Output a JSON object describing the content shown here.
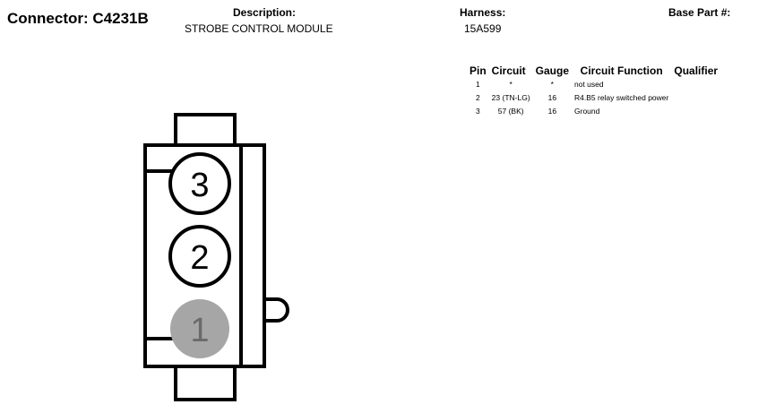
{
  "header": {
    "title": "Connector: C4231B",
    "description_label": "Description:",
    "description_value": "STROBE CONTROL MODULE",
    "harness_label": "Harness:",
    "harness_value": "15A599",
    "base_part_label": "Base Part #:"
  },
  "pin_table": {
    "columns": [
      "Pin",
      "Circuit",
      "Gauge",
      "Circuit Function",
      "Qualifier"
    ],
    "rows": [
      {
        "pin": "1",
        "circuit": "*",
        "gauge": "*",
        "function": "not used",
        "qualifier": ""
      },
      {
        "pin": "2",
        "circuit": "23 (TN-LG)",
        "gauge": "16",
        "function": "R4.B5 relay switched power",
        "qualifier": ""
      },
      {
        "pin": "3",
        "circuit": "57 (BK)",
        "gauge": "16",
        "function": "Ground",
        "qualifier": ""
      }
    ]
  },
  "connector": {
    "pins": [
      {
        "label": "3",
        "state": "used"
      },
      {
        "label": "2",
        "state": "used"
      },
      {
        "label": "1",
        "state": "not-used"
      }
    ],
    "colors": {
      "outline": "#000000",
      "unused_fill": "#a6a6a6",
      "unused_text": "#6a6a6a"
    }
  }
}
